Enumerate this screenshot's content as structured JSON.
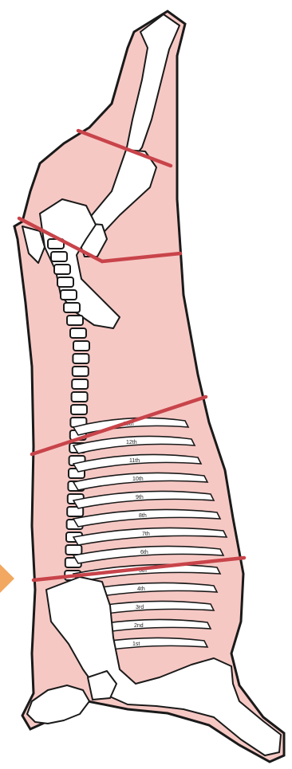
{
  "colors": {
    "carcass_fill": "#f6c8c4",
    "outline": "#1a1a1a",
    "cut_line": "#c8444a",
    "bone": "#ffffff",
    "arrow": "#f2a860"
  },
  "icons": {
    "pointer": "arrow-right-icon"
  },
  "ribs": {
    "labels": [
      "13th",
      "12th",
      "11th",
      "10th",
      "9th",
      "8th",
      "7th",
      "6th",
      "5th",
      "4th",
      "3rd",
      "2nd",
      "1st"
    ]
  }
}
